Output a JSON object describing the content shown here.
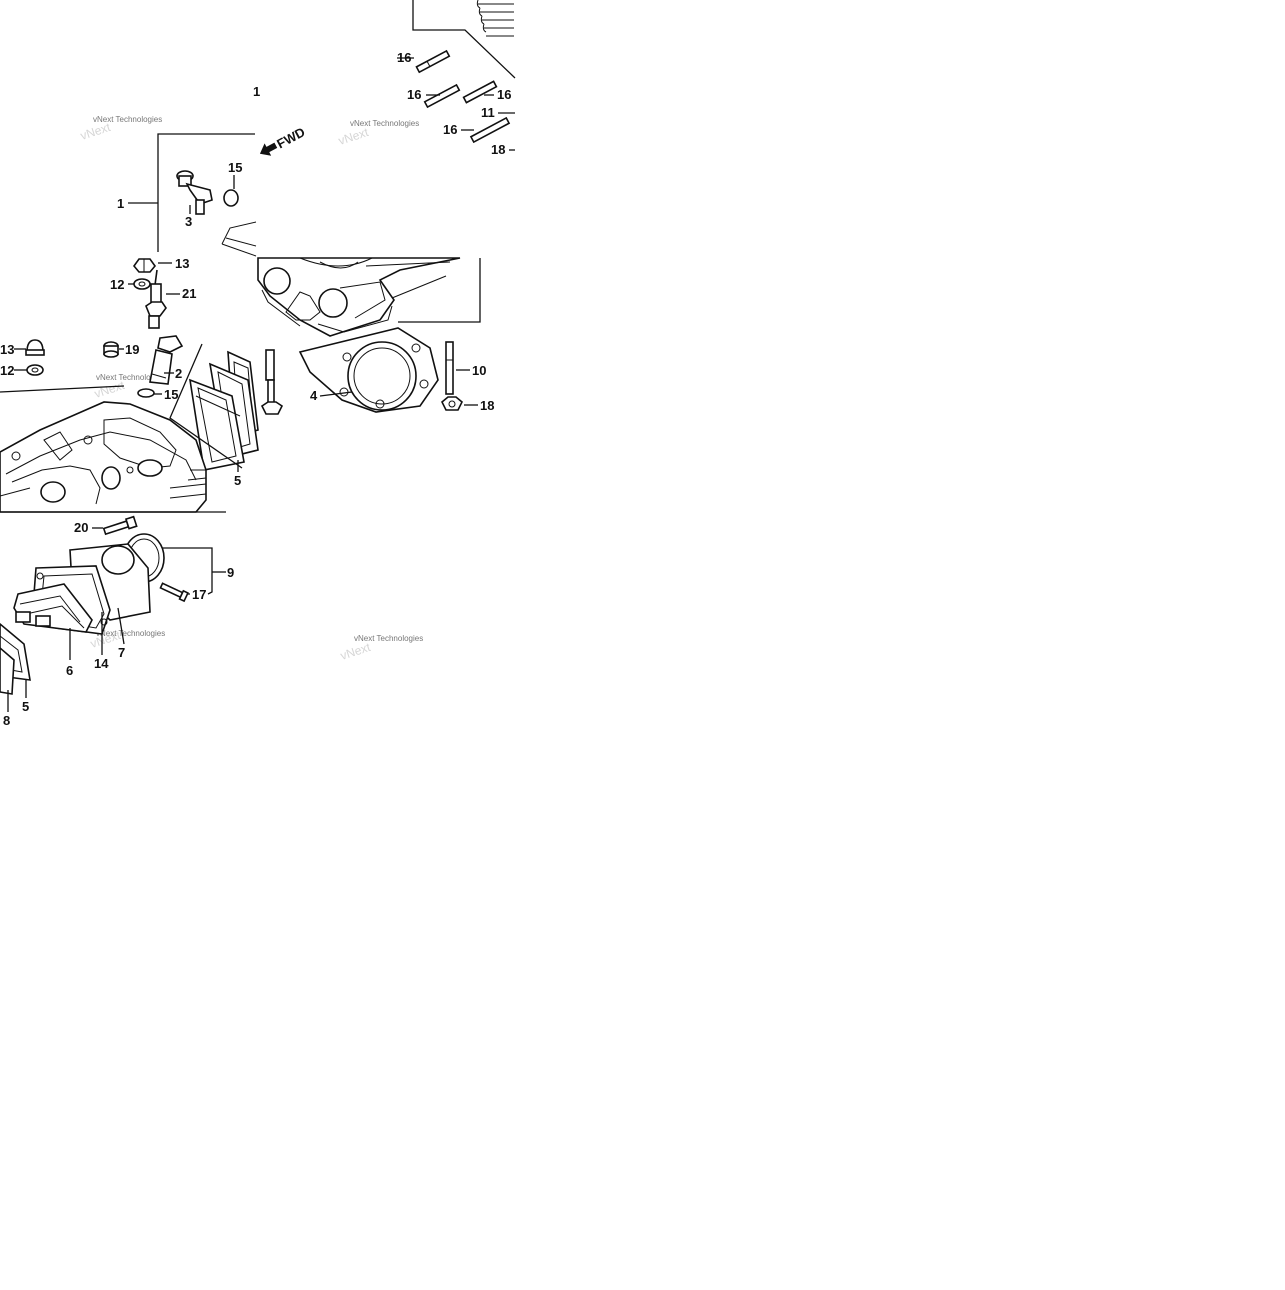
{
  "diagram": {
    "fwd_label": "FWD",
    "watermark": "vNext Technologies",
    "callouts": {
      "c1": "1",
      "c2": "2",
      "c3": "3",
      "c4": "4",
      "c5a": "5",
      "c5b": "5",
      "c6": "6",
      "c7": "7",
      "c8": "8",
      "c9": "9",
      "c10": "10",
      "c11": "11",
      "c12a": "12",
      "c12b": "12",
      "c13a": "13",
      "c13b": "13",
      "c14": "14",
      "c15a": "15",
      "c15b": "15",
      "c16a": "16",
      "c16b": "16",
      "c16c": "16",
      "c16d": "16",
      "c17": "17",
      "c18a": "18",
      "c18b": "18",
      "c19": "19",
      "c20": "20",
      "c21": "21",
      "c1top": "1"
    }
  }
}
